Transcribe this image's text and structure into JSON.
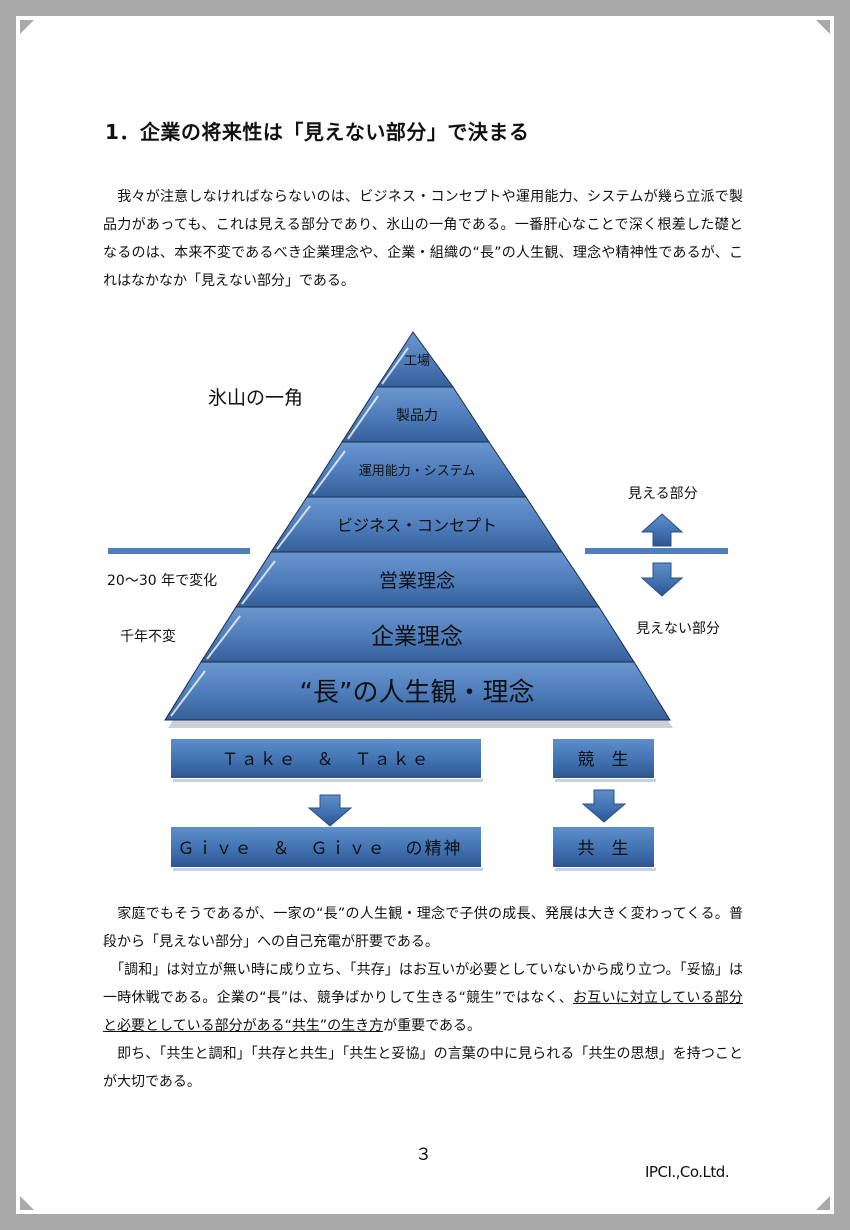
{
  "heading": "1．企業の将来性は「見えない部分」で決まる",
  "intro_paragraph": "　我々が注意しなければならないのは、ビジネス・コンセプトや運用能力、システムが幾ら立派で製品力があっても、これは見える部分であり、氷山の一角である。一番肝心なことで深く根差した礎となるのは、本来不変であるべき企業理念や、企業・組織の“長”の人生観、理念や精神性であるが、これはなかなか「見えない部分」である。",
  "pyramid": {
    "levels": [
      "工場",
      "製品力",
      "運用能力・システム",
      "ビジネス・コンセプト",
      "営業理念",
      "企業理念",
      "“長”の人生観・理念"
    ],
    "color": "#4f7fba"
  },
  "labels": {
    "tip_of_iceberg": "氷山の一角",
    "change_period": "20～30 年で変化",
    "unchanging": "千年不変",
    "visible": "見える部分",
    "invisible": "見えない部分"
  },
  "boxes": {
    "take": "Ｔａｋｅ　＆　Ｔａｋｅ",
    "give": "Ｇｉｖｅ　＆　Ｇｉｖｅ　の精神",
    "compete": "競　生",
    "coexist": "共　生"
  },
  "body": {
    "line1": "　家庭でもそうであるが、一家の“長”の人生観・理念で子供の成長、発展は大きく変わってくる。普段から「見えない部分」への自己充電が肝要である。",
    "line2_pre": "　「調和」は対立が無い時に成り立ち、「共存」はお互いが必要としていないから成り立つ。「妥協」は一時休戦である。企業の“長”は、競争ばかりして生きる“競生”ではなく、",
    "line2_ul": "お互いに対立している部分と必要としている部分がある“共生”の生き方",
    "line2_post": "が重要である。",
    "line3": "　即ち、「共生と調和」「共存と共生」「共生と妥協」の言葉の中に見られる「共生の思想」を持つことが大切である。"
  },
  "footer": {
    "page_number": "３",
    "company": "IPCI.,Co.Ltd."
  }
}
